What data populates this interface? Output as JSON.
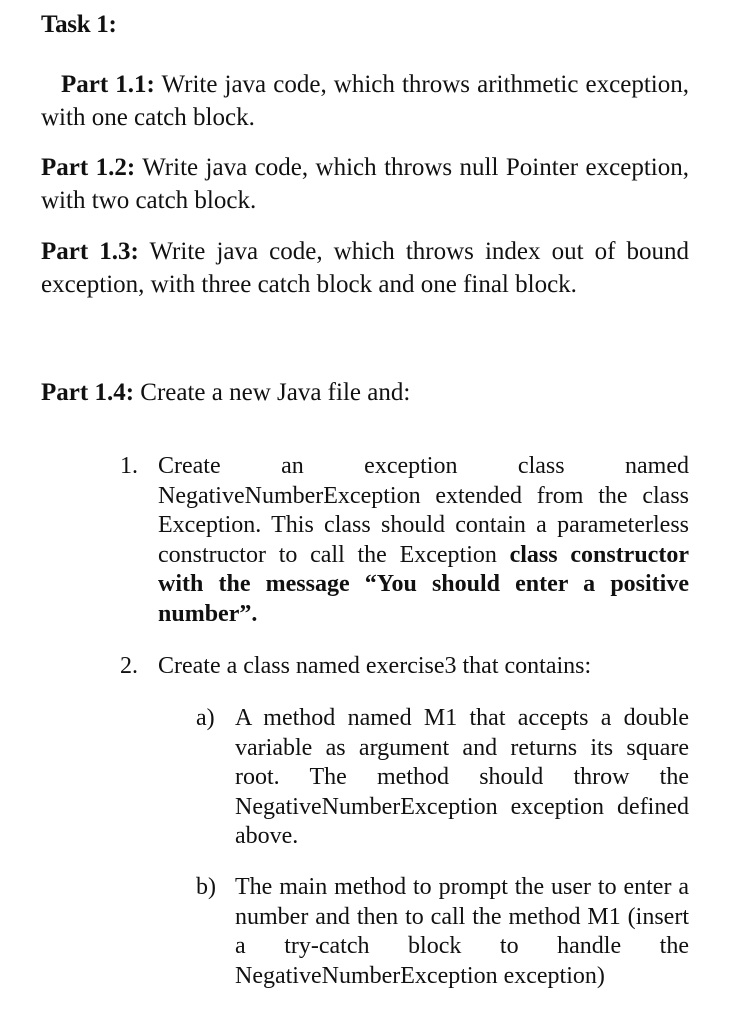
{
  "task": {
    "title": "Task 1:"
  },
  "parts": {
    "p11": {
      "label": "Part 1.1:",
      "text": " Write java code, which throws arithmetic exception, with one catch block."
    },
    "p12": {
      "label": "Part 1.2:",
      "text": " Write java code, which throws null Pointer exception, with two catch block."
    },
    "p13": {
      "label": "Part 1.3:",
      "text": " Write java code, which throws index out of bound exception, with three catch block and one final block."
    },
    "p14": {
      "label": "Part 1.4:",
      "text": " Create a new Java file and:"
    }
  },
  "list": {
    "item1": {
      "number": "1.",
      "text": "Create an exception class named NegativeNumberException extended from the class Exception. This class should contain a parameterless constructor to call the Exception ",
      "bold_text": "class constructor with the message “You should enter a positive number”."
    },
    "item2": {
      "number": "2.",
      "text": "Create a class named exercise3 that contains:"
    },
    "sub_a": {
      "label": "a)",
      "text": "A method named M1 that accepts a double variable as argument and returns its square root. The method should throw the NegativeNumberException exception defined above."
    },
    "sub_b": {
      "label": "b)",
      "text": "The main method to prompt the user to enter a number and then to call the method M1 (insert a try-catch block to handle the NegativeNumberException exception)"
    }
  }
}
